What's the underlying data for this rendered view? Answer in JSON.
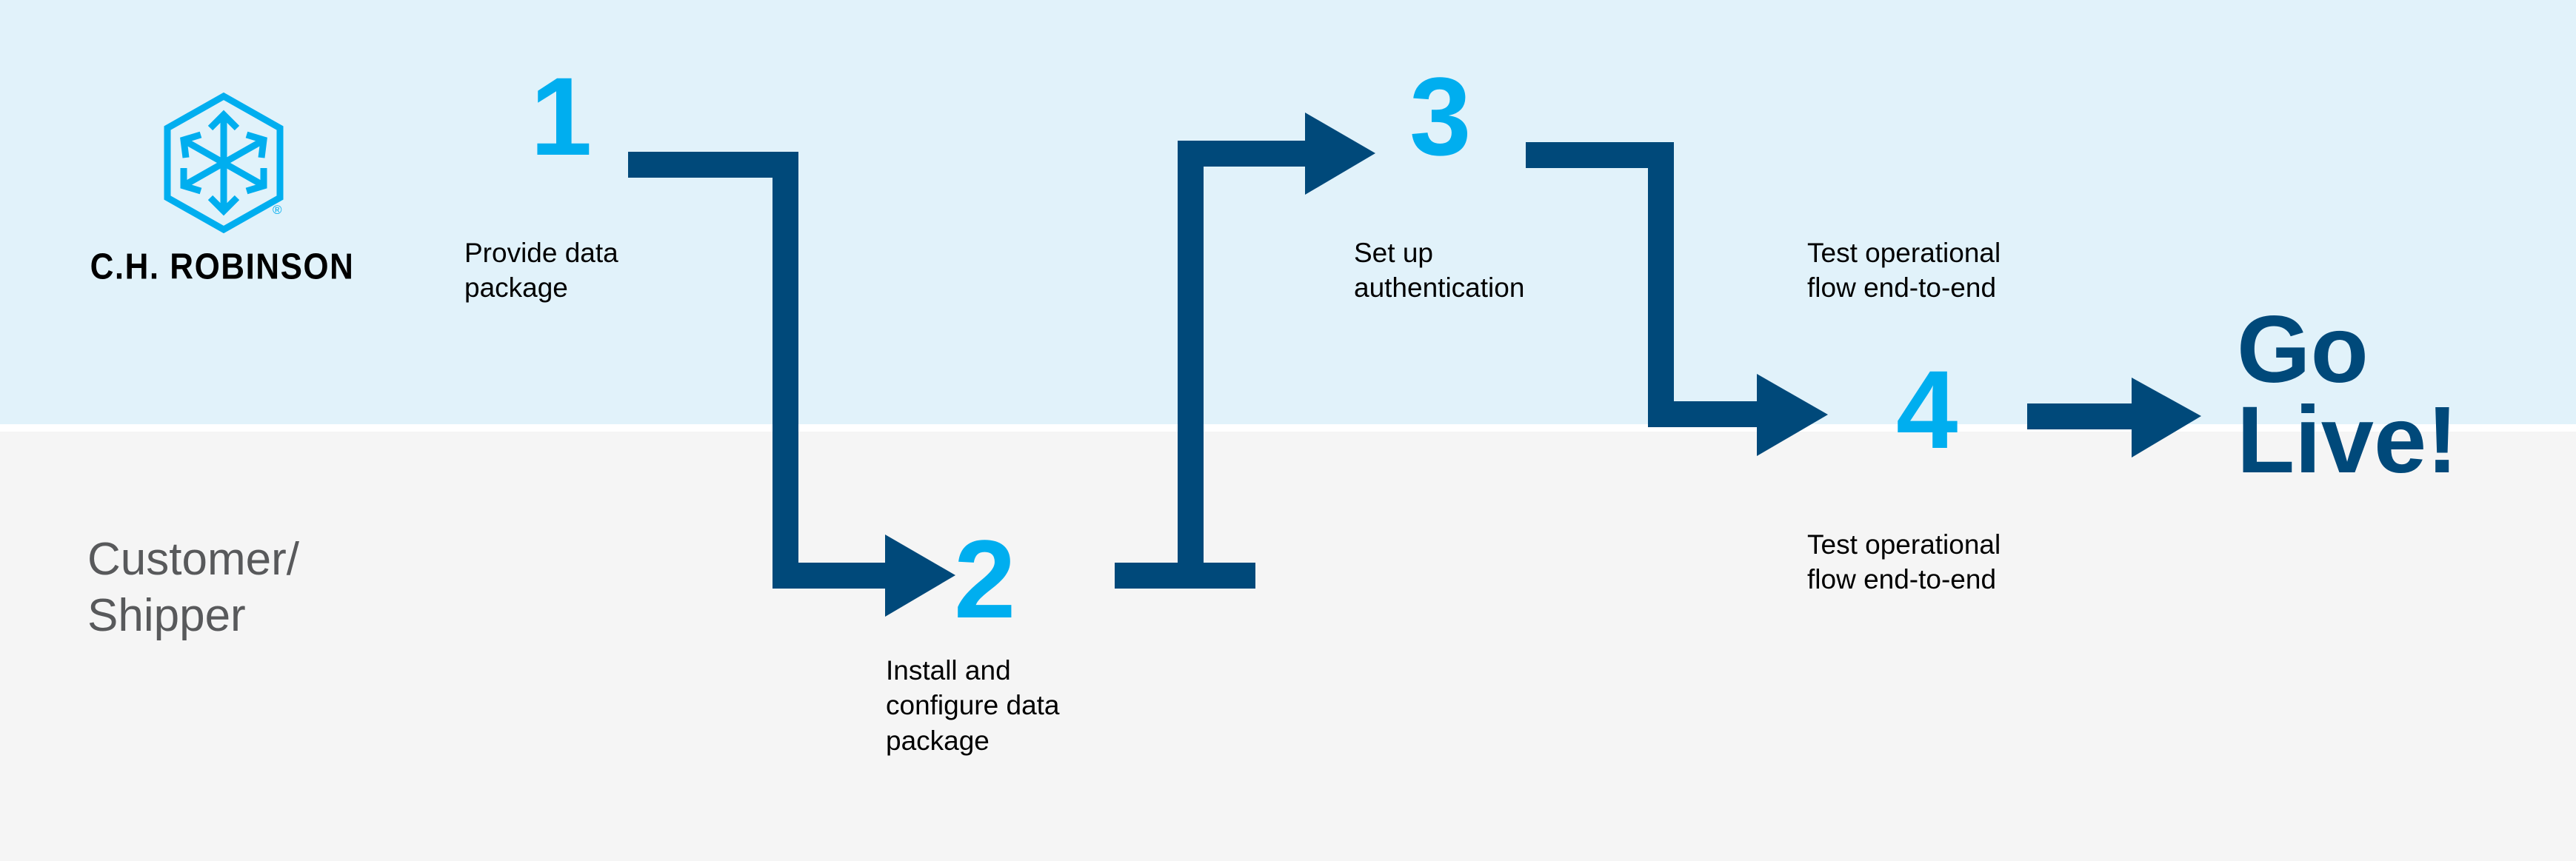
{
  "brand": {
    "logo_icon": "ch-robinson-hexagon-cube-logo",
    "name": "C.H. ROBINSON",
    "registered_mark": "®",
    "colors": {
      "dark_blue": "#00497A",
      "cyan": "#00AEEF",
      "band_top": "#E1F2FA",
      "band_bottom": "#F5F5F5",
      "lane_label_gray": "#58595B",
      "label_black": "#000000"
    }
  },
  "lane": {
    "label": "Customer/\nShipper"
  },
  "steps": [
    {
      "number": "1",
      "label": "Provide data\npackage"
    },
    {
      "number": "2",
      "label": "Install and\nconfigure data\npackage"
    },
    {
      "number": "3",
      "label": "Set up\nauthentication"
    },
    {
      "number": "4",
      "label": "Test operational\nflow end-to-end"
    }
  ],
  "extra_labels": [
    {
      "label": "Test operational\nflow end-to-end"
    }
  ],
  "final": {
    "label": "Go\nLive!"
  },
  "connectors": [
    {
      "name": "step1-to-step2",
      "type": "elbow-down-right-arrow"
    },
    {
      "name": "step2-to-step3",
      "type": "elbow-up-right-arrow"
    },
    {
      "name": "step3-to-step4",
      "type": "elbow-down-right-arrow"
    },
    {
      "name": "step4-to-golive",
      "type": "straight-right-arrow"
    }
  ]
}
